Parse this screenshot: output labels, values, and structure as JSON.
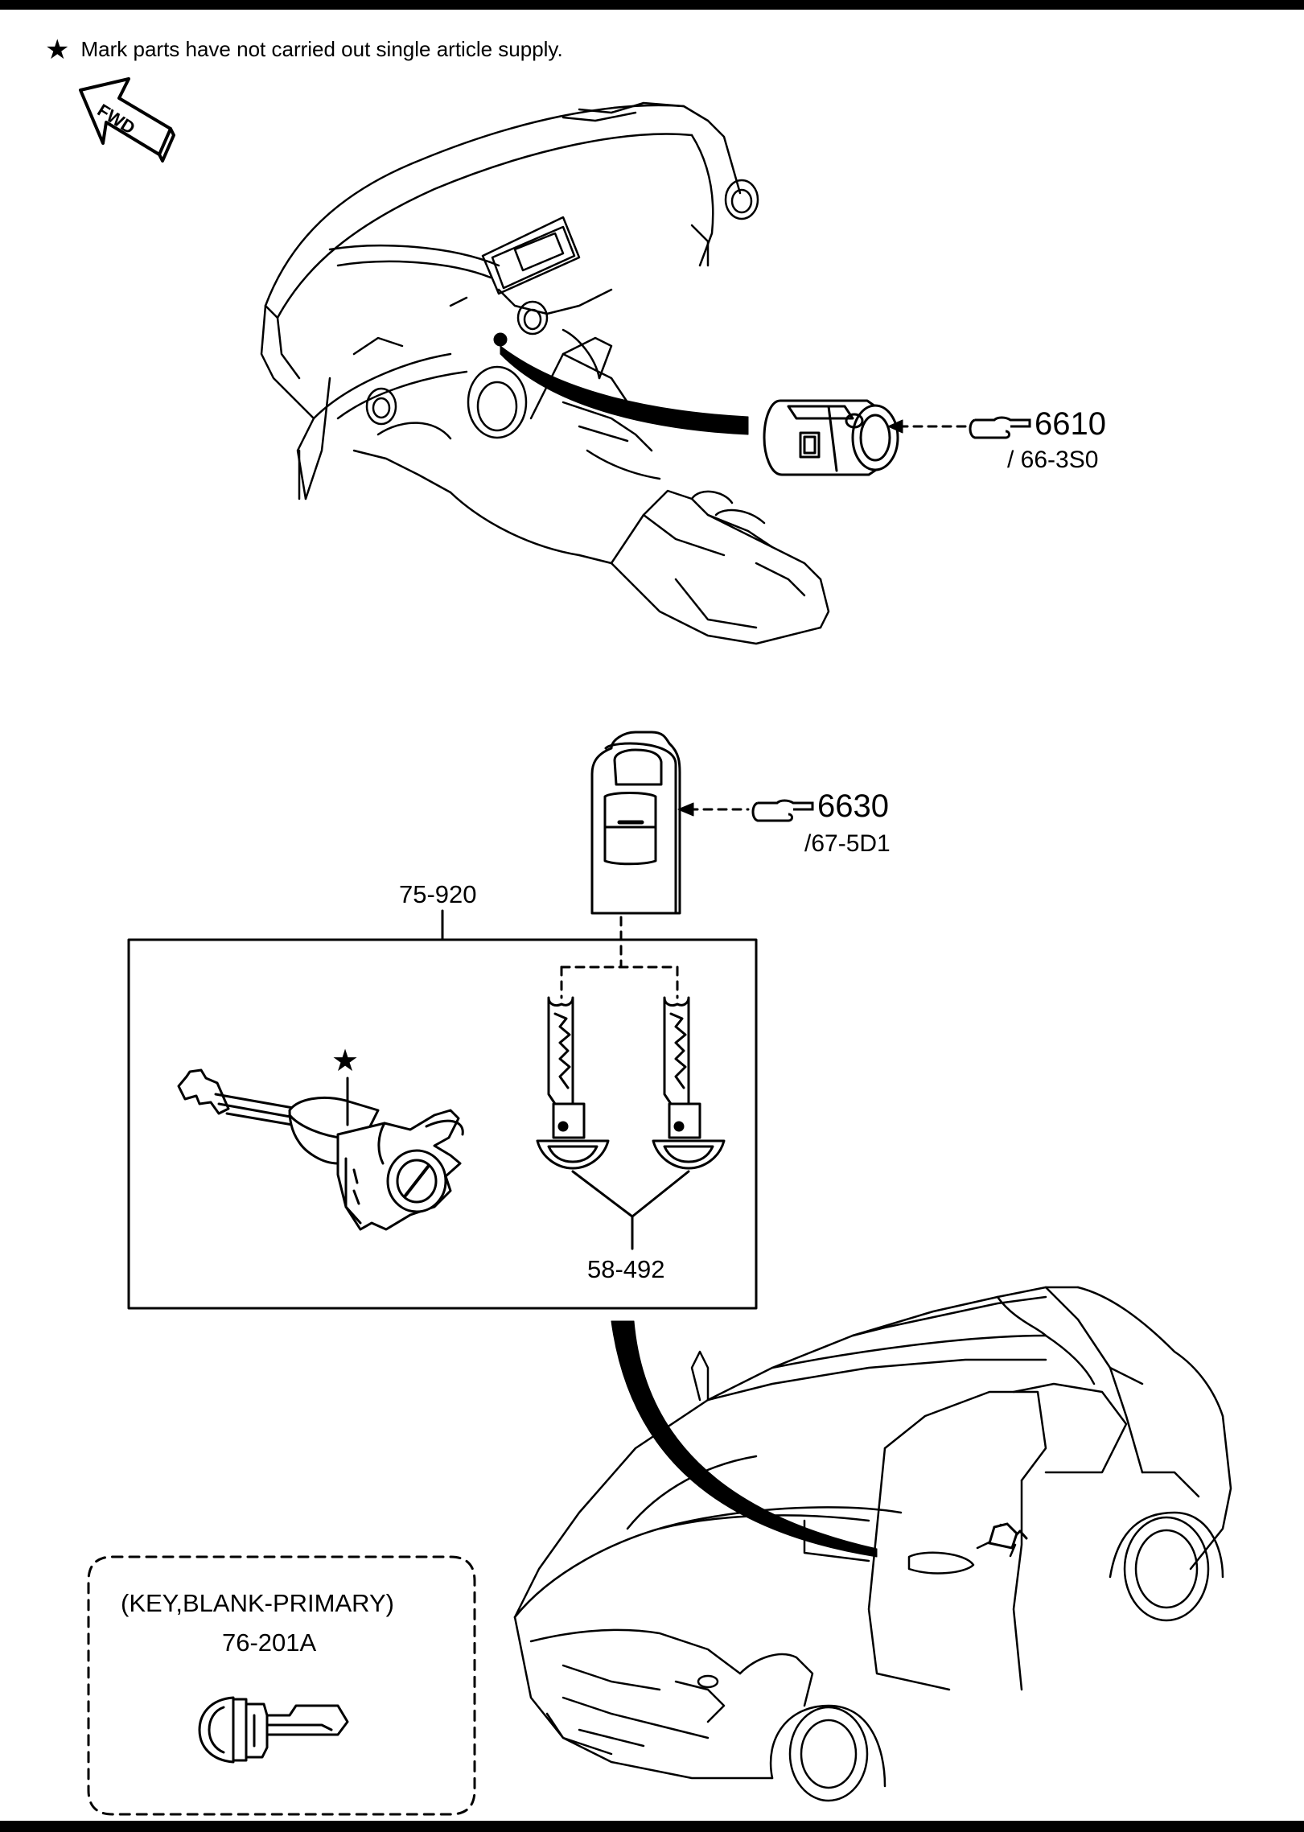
{
  "note": {
    "star": "★",
    "text": "Mark parts have not carried out single article supply."
  },
  "fwd_label": "FWD",
  "parts": {
    "push_button_start": {
      "ref_number": "6610",
      "ref_page": "/ 66-3S0"
    },
    "smart_key": {
      "ref_number": "6630",
      "ref_page": "/67-5D1"
    },
    "lock_set": {
      "part_number": "75-920",
      "star_mark": "★"
    },
    "keys": {
      "part_number": "58-492"
    },
    "blank_key": {
      "name": "(KEY,BLANK-PRIMARY)",
      "part_number": "76-201A"
    }
  },
  "icons": [
    "fwd-arrow-icon",
    "pointing-hand-icon",
    "star-icon"
  ]
}
